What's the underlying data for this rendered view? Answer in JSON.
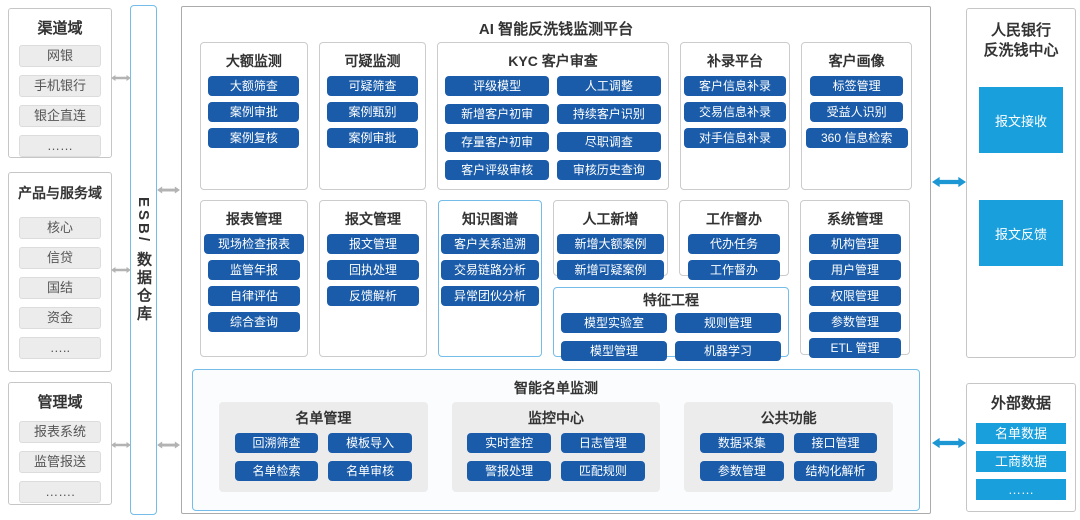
{
  "left": {
    "channel": {
      "title": "渠道域",
      "items": [
        "网银",
        "手机银行",
        "银企直连",
        "……"
      ]
    },
    "product": {
      "title": "产品与服务域",
      "items": [
        "核心",
        "信贷",
        "国结",
        "资金",
        "….."
      ]
    },
    "management": {
      "title": "管理域",
      "items": [
        "报表系统",
        "监管报送",
        "……."
      ]
    }
  },
  "esb": {
    "label": "ESB/ 数据仓库"
  },
  "platform": {
    "title": "AI 智能反洗钱监测平台",
    "row1": [
      {
        "title": "大额监测",
        "items": [
          "大额筛查",
          "案例审批",
          "案例复核"
        ]
      },
      {
        "title": "可疑监测",
        "items": [
          "可疑筛查",
          "案例甄别",
          "案例审批"
        ]
      },
      {
        "title": "KYC 客户审查",
        "items": [
          "评级模型",
          "人工调整",
          "新增客户初审",
          "持续客户识别",
          "存量客户初审",
          "尽职调查",
          "客户评级审核",
          "审核历史查询"
        ]
      },
      {
        "title": "补录平台",
        "items": [
          "客户信息补录",
          "交易信息补录",
          "对手信息补录"
        ]
      },
      {
        "title": "客户画像",
        "items": [
          "标签管理",
          "受益人识别",
          "360 信息检索"
        ]
      }
    ],
    "row2": [
      {
        "title": "报表管理",
        "items": [
          "现场检查报表",
          "监管年报",
          "自律评估",
          "综合查询"
        ]
      },
      {
        "title": "报文管理",
        "items": [
          "报文管理",
          "回执处理",
          "反馈解析"
        ]
      },
      {
        "title": "知识图谱",
        "items": [
          "客户关系追溯",
          "交易链路分析",
          "异常团伙分析"
        ]
      },
      {
        "title": "人工新增",
        "items": [
          "新增大额案例",
          "新增可疑案例"
        ]
      },
      {
        "title": "工作督办",
        "items": [
          "代办任务",
          "工作督办"
        ]
      },
      {
        "title": "系统管理",
        "items": [
          "机构管理",
          "用户管理",
          "权限管理",
          "参数管理",
          "ETL 管理"
        ]
      }
    ],
    "feature_engineering": {
      "title": "特征工程",
      "items": [
        "模型实验室",
        "规则管理",
        "模型管理",
        "机器学习"
      ]
    },
    "list_monitoring": {
      "title": "智能名单监测",
      "groups": [
        {
          "title": "名单管理",
          "items": [
            "回溯筛查",
            "模板导入",
            "名单检索",
            "名单审核"
          ]
        },
        {
          "title": "监控中心",
          "items": [
            "实时查控",
            "日志管理",
            "警报处理",
            "匹配规则"
          ]
        },
        {
          "title": "公共功能",
          "items": [
            "数据采集",
            "接口管理",
            "参数管理",
            "结构化解析"
          ]
        }
      ]
    }
  },
  "right": {
    "pboc": {
      "title_line1": "人民银行",
      "title_line2": "反洗钱中心",
      "items": [
        "报文接收",
        "报文反馈"
      ]
    },
    "external": {
      "title": "外部数据",
      "items": [
        "名单数据",
        "工商数据",
        "……"
      ]
    }
  },
  "colors": {
    "module_blue": "#1b5caa",
    "bright_blue": "#199fdc",
    "light_blue_border": "#74bde8",
    "gray_border": "#c6c6c6",
    "gray_arrow": "#b3b3b3",
    "blue_arrow": "#1d96d4"
  }
}
